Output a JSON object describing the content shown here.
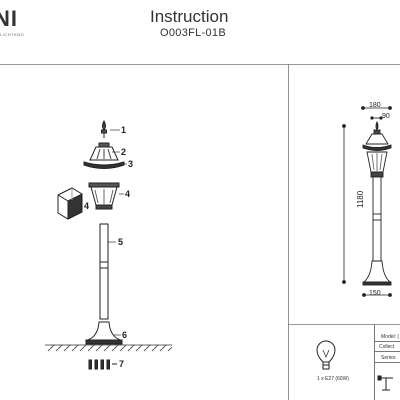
{
  "header": {
    "logo_text": "NI",
    "logo_subtext": "LICHTENG",
    "title": "Instruction",
    "model_code": "O003FL-01B"
  },
  "parts": [
    "1",
    "2",
    "3",
    "4",
    "4",
    "5",
    "6",
    "7"
  ],
  "dimensions": {
    "width_top": "180",
    "finial_width": "90",
    "height": "1180",
    "base_width": "150"
  },
  "spec": {
    "bulb": "1 x E27 (60W)",
    "model_label": "Model: (",
    "collection_label": "Collect",
    "series_label": "Series:"
  },
  "icons": [
    "bulb-icon",
    "mount-icon"
  ]
}
